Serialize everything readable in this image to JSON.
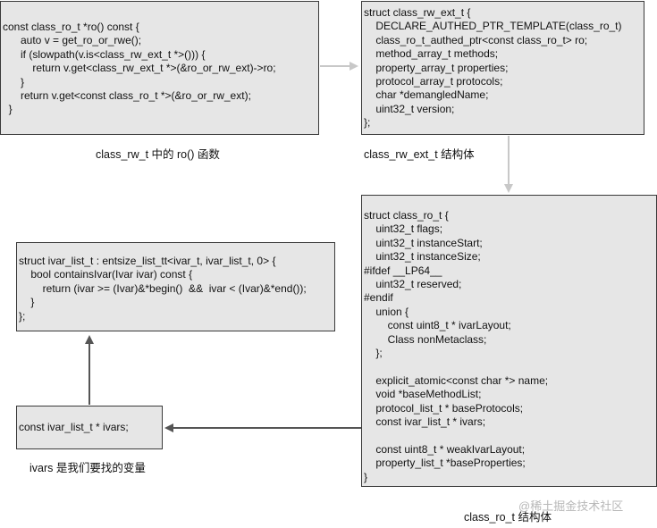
{
  "boxes": {
    "ro_method": {
      "lines": [
        "const class_ro_t *ro() const {",
        "      auto v = get_ro_or_rwe();",
        "      if (slowpath(v.is<class_rw_ext_t *>())) {",
        "          return v.get<class_rw_ext_t *>(&ro_or_rw_ext)->ro;",
        "      }",
        "      return v.get<const class_ro_t *>(&ro_or_rw_ext);",
        "  }"
      ]
    },
    "rw_ext_struct": {
      "lines": [
        "struct class_rw_ext_t {",
        "    DECLARE_AUTHED_PTR_TEMPLATE(class_ro_t)",
        "    class_ro_t_authed_ptr<const class_ro_t> ro;",
        "    method_array_t methods;",
        "    property_array_t properties;",
        "    protocol_array_t protocols;",
        "    char *demangledName;",
        "    uint32_t version;",
        "};"
      ]
    },
    "ro_struct": {
      "lines": [
        "struct class_ro_t {",
        "    uint32_t flags;",
        "    uint32_t instanceStart;",
        "    uint32_t instanceSize;",
        "#ifdef __LP64__",
        "    uint32_t reserved;",
        "#endif",
        "    union {",
        "        const uint8_t * ivarLayout;",
        "        Class nonMetaclass;",
        "    };",
        "",
        "    explicit_atomic<const char *> name;",
        "    void *baseMethodList;",
        "    protocol_list_t * baseProtocols;",
        "    const ivar_list_t * ivars;",
        "",
        "    const uint8_t * weakIvarLayout;",
        "    property_list_t *baseProperties;",
        "}"
      ]
    },
    "ivar_list_struct": {
      "lines": [
        "struct ivar_list_t : entsize_list_tt<ivar_t, ivar_list_t, 0> {",
        "    bool containsIvar(Ivar ivar) const {",
        "        return (ivar >= (Ivar)&*begin()  &&  ivar < (Ivar)&*end());",
        "    }",
        "};"
      ]
    },
    "ivars_field": {
      "lines": [
        "const ivar_list_t * ivars;"
      ]
    }
  },
  "captions": {
    "ro_method": "class_rw_t 中的 ro() 函数",
    "rw_ext_struct": "class_rw_ext_t 结构体",
    "ivars_field": "ivars 是我们要找的变量",
    "ro_struct": "class_ro_t 结构体"
  },
  "watermark": "@稀土掘金技术社区",
  "colors": {
    "box_fill": "#e6e6e6",
    "box_border": "#3a3a3a",
    "arrow_light": "#c8c8c8",
    "arrow_dark": "#555555"
  }
}
